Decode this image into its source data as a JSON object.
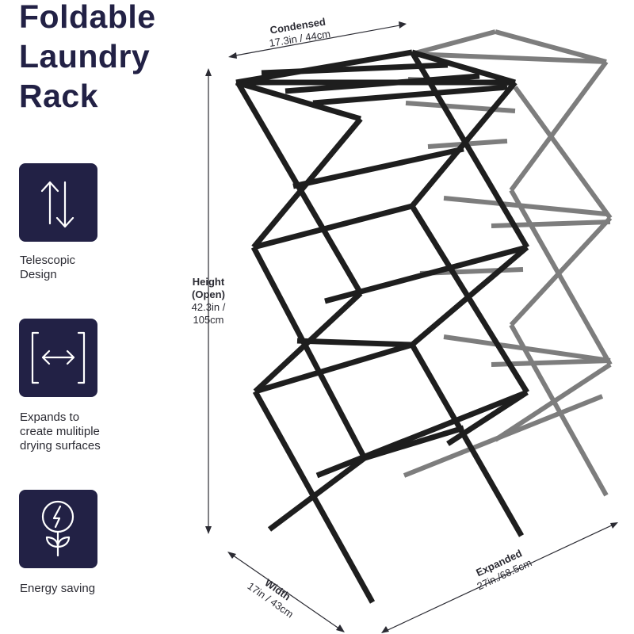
{
  "title_lines": [
    "Foldable",
    "Laundry",
    "Rack"
  ],
  "features": [
    {
      "icon": "telescopic-arrows-icon",
      "label_lines": [
        "Telescopic",
        "Design"
      ]
    },
    {
      "icon": "expand-arrows-icon",
      "label_lines": [
        "Expands to",
        "create mulitiple",
        "drying surfaces"
      ]
    },
    {
      "icon": "energy-bulb-plant-icon",
      "label_lines": [
        "Energy saving"
      ]
    }
  ],
  "dimensions": {
    "condensed": {
      "label": "Condensed",
      "value": "17.3in / 44cm"
    },
    "height": {
      "label_lines": [
        "Height",
        "(Open)"
      ],
      "value_lines": [
        "42.3in /",
        "105cm"
      ]
    },
    "width": {
      "label": "Width",
      "value": "17in / 43cm"
    },
    "expanded": {
      "label": "Expanded",
      "value": "27in./68.5cm"
    }
  },
  "colors": {
    "navy": "#222145",
    "rack_black": "#1e1e1e",
    "rack_gray": "#7a7a7a"
  }
}
